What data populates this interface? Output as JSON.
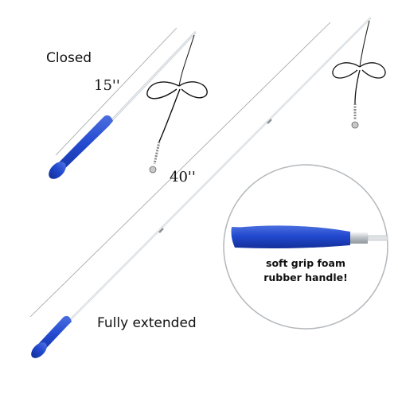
{
  "labels": {
    "closed": "Closed",
    "closed_length": "15''",
    "extended_length": "40''",
    "fully_extended": "Fully extended"
  },
  "callout": {
    "line1": "soft grip foam",
    "line2": "rubber handle!"
  },
  "colors": {
    "handle_blue": "#1f45c9",
    "rod": "#cfd6dc",
    "cord": "#1a1a1a"
  }
}
